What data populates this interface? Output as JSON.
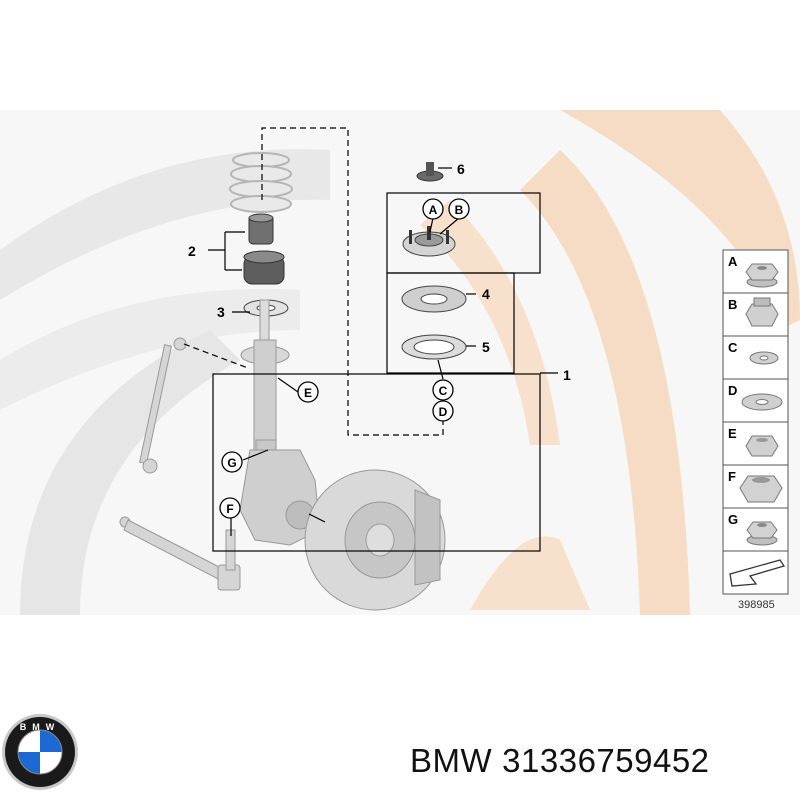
{
  "diagram": {
    "callouts": [
      "1",
      "2",
      "3",
      "4",
      "5",
      "6"
    ],
    "circled_labels": [
      "A",
      "B",
      "C",
      "D",
      "E",
      "F",
      "G"
    ],
    "legend_items": [
      {
        "letter": "A",
        "part": "hex-flange-nut-icon"
      },
      {
        "letter": "B",
        "part": "hex-collar-nut-icon"
      },
      {
        "letter": "C",
        "part": "flat-washer-icon"
      },
      {
        "letter": "D",
        "part": "large-washer-icon"
      },
      {
        "letter": "E",
        "part": "hex-nut-icon"
      },
      {
        "letter": "F",
        "part": "large-hex-nut-icon"
      },
      {
        "letter": "G",
        "part": "flange-nut-icon"
      }
    ],
    "diagram_number": "398985",
    "colors": {
      "watermark_gray": "#e4e4e4",
      "watermark_peach": "#f6dcc4",
      "part_gray": "#c8c8c8",
      "line": "#000000"
    }
  },
  "caption": {
    "brand": "BMW",
    "part_number": "31336759452"
  },
  "logo": {
    "text": "BMW",
    "colors": {
      "blue": "#1c69d4",
      "white": "#ffffff",
      "ring": "#1a1a1a",
      "silver": "#c8c8c8"
    }
  }
}
